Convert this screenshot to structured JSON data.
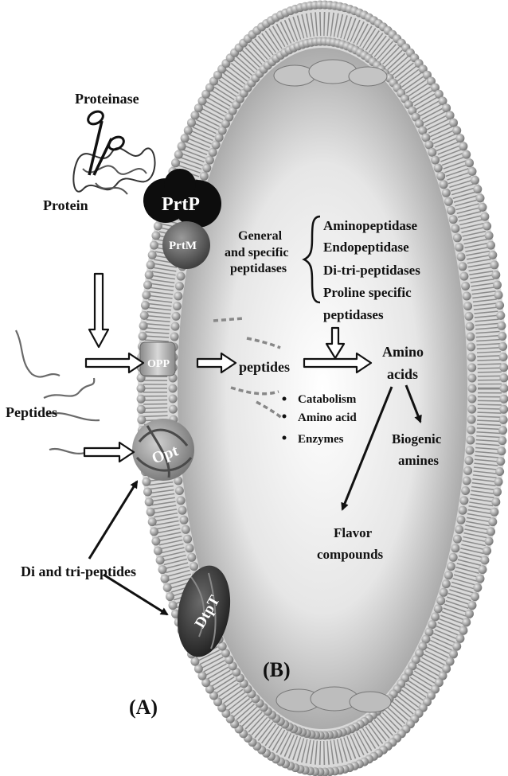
{
  "labels": {
    "proteinase": "Proteinase",
    "protein": "Protein",
    "prtp": "PrtP",
    "prtm": "PrtM",
    "general": "General",
    "and_specific": "and specific",
    "peptidases": "peptidases",
    "aminopeptidase": "Aminopeptidase",
    "endopeptidase": "Endopeptidase",
    "di_tri_peptidases": "Di-tri-peptidases",
    "proline_specific": "Proline specific",
    "proline_peptidases": "peptidases",
    "opp": "OPP",
    "peptides_inner": "peptides",
    "amino": "Amino",
    "acids": "acids",
    "peptides_outer": "Peptides",
    "catabolism": "Catabolism",
    "amino_acid": "Amino acid",
    "enzymes": "Enzymes",
    "biogenic": "Biogenic",
    "amines": "amines",
    "opt": "Opt",
    "flavor": "Flavor",
    "compounds": "compounds",
    "di_tri_peptides": "Di and tri-peptides",
    "dtpt": "DtpT",
    "panel_b": "(B)",
    "panel_a": "(A)"
  }
}
